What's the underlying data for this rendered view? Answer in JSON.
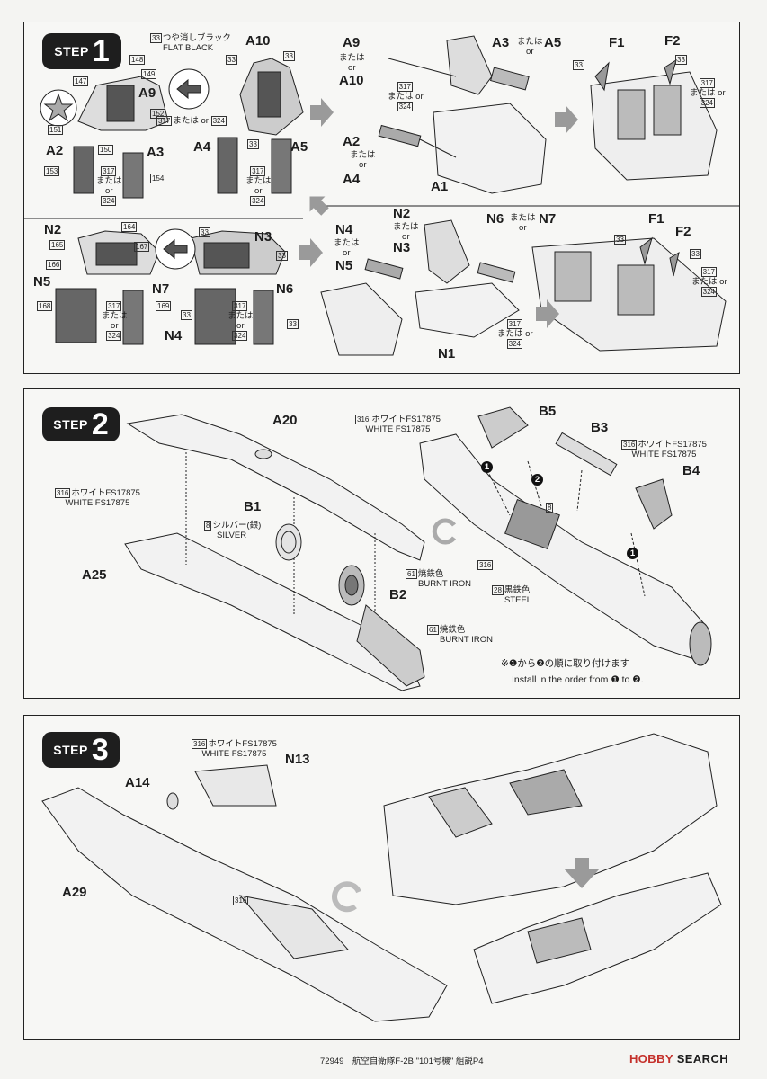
{
  "steps": {
    "s1": {
      "word": "STEP",
      "num": "1"
    },
    "s2": {
      "word": "STEP",
      "num": "2"
    },
    "s3": {
      "word": "STEP",
      "num": "3"
    }
  },
  "step1": {
    "flat_black_num": "33",
    "flat_black_jp": "つや消しブラック",
    "flat_black_en": "FLAT BLACK",
    "parts": {
      "a10": "A10",
      "a9": "A9",
      "a2": "A2",
      "a3": "A3",
      "a4": "A4",
      "a5": "A5",
      "a9b": "A9",
      "a10b": "A10",
      "a3b": "A3",
      "a5b": "A5",
      "a2b": "A2",
      "a4b": "A4",
      "a1": "A1",
      "f1": "F1",
      "f2": "F2",
      "f1b": "F1",
      "f2b": "F2",
      "n2": "N2",
      "n3": "N3",
      "n5": "N5",
      "n7": "N7",
      "n6": "N6",
      "n4": "N4",
      "n2b": "N2",
      "n3b": "N3",
      "n4b": "N4",
      "n5b": "N5",
      "n6b": "N6",
      "n7b": "N7",
      "n1": "N1"
    },
    "mata_wa": "または",
    "or": "or",
    "colors": {
      "c317": "317",
      "c324": "324",
      "c33": "33"
    },
    "decals": {
      "d147": "147",
      "d148": "148",
      "d149": "149",
      "d150": "150",
      "d151": "151",
      "d152": "152",
      "d153": "153",
      "d154": "154",
      "d164": "164",
      "d165": "165",
      "d166": "166",
      "d167": "167",
      "d168": "168",
      "d169": "169"
    }
  },
  "step2": {
    "a20": "A20",
    "b5": "B5",
    "b3": "B3",
    "b4": "B4",
    "b1": "B1",
    "b2": "B2",
    "a25": "A25",
    "white_num": "316",
    "white_jp": "ホワイトFS17875",
    "white_en": "WHITE FS17875",
    "silver_num": "8",
    "silver_jp": "シルバー(銀)",
    "silver_en": "SILVER",
    "burnt_num": "61",
    "burnt_jp": "焼鉄色",
    "burnt_en": "BURNT IRON",
    "steel_num": "28",
    "steel_jp": "黒鉄色",
    "steel_en": "STEEL",
    "num8": "8",
    "num316": "316",
    "order_jp": "※❶から❷の順に取り付けます",
    "order_en": "Install in the order from ❶ to ❷.",
    "step_one": "1",
    "step_two": "2"
  },
  "step3": {
    "a14": "A14",
    "n13": "N13",
    "a29": "A29",
    "white_num": "316",
    "white_jp": "ホワイトFS17875",
    "white_en": "WHITE FS17875",
    "num316": "316"
  },
  "footer": {
    "text": "72949　航空自衛隊F-2B \"101号機\" 組説P4"
  },
  "watermark": {
    "hobby": "HOBBY",
    "search": "SEARCH"
  },
  "colors": {
    "ink": "#1d1d1d",
    "paper": "#f7f7f5",
    "step_bg": "#1e1e1e",
    "arrow_grey": "#9a9a9a",
    "brand_red": "#c4302b"
  }
}
